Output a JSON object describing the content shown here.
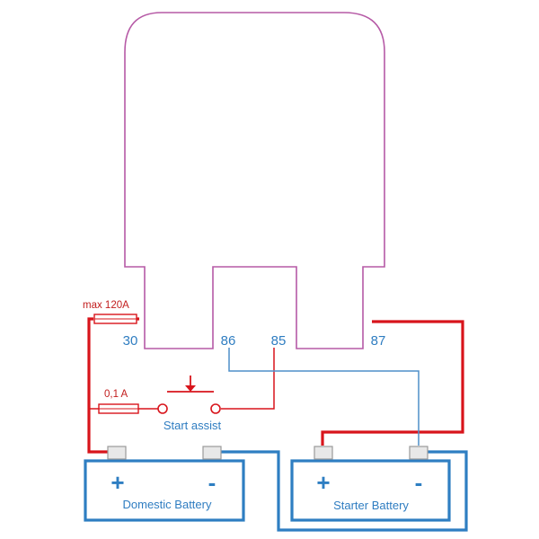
{
  "colors": {
    "relay": "#b65aa6",
    "red": "#d8141b",
    "blue": "#2e7ec2",
    "thin_blue": "#4f8fc9",
    "text_blue": "#2f7dc1",
    "dark_red": "#c21d1d",
    "post_fill": "#e8e8e8",
    "post_stroke": "#9a9a9a"
  },
  "relay": {
    "terminal_30": "30",
    "terminal_86": "86",
    "terminal_85": "85",
    "terminal_87": "87"
  },
  "fuses": {
    "main_label": "max 120A",
    "small_label": "0,1 A"
  },
  "switch": {
    "label": "Start assist",
    "icon": "pushbutton-switch-icon"
  },
  "domestic_battery": {
    "label": "Domestic Battery",
    "positive": "+",
    "negative": "-"
  },
  "starter_battery": {
    "label": "Starter Battery",
    "positive": "+",
    "negative": "-"
  }
}
